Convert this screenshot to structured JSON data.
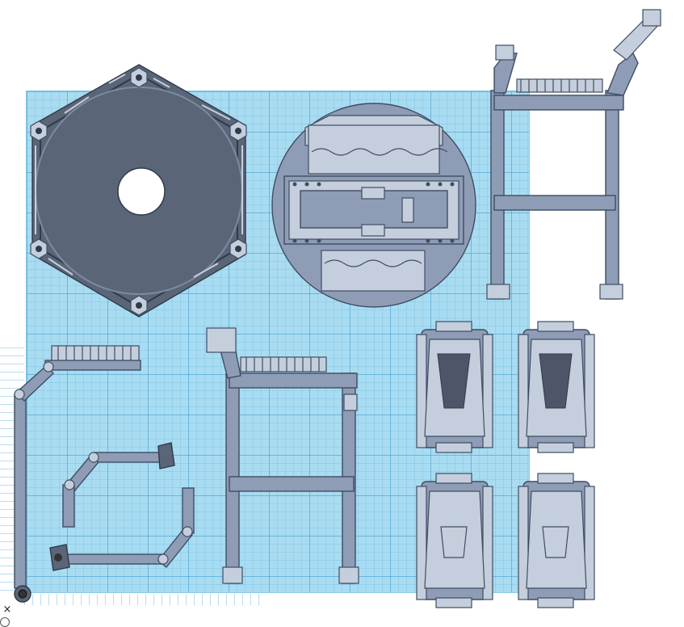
{
  "workplane": {
    "grid_color": "#a9dcf1",
    "background": "#ffffff"
  },
  "parts": {
    "hex_base": {
      "name": "hexagon-base-plate",
      "color": "#5a6577"
    },
    "round_base": {
      "name": "round-base-plate",
      "color": "#8e9db5"
    },
    "gantry_a": {
      "name": "gantry-frame-top-right"
    },
    "gantry_b": {
      "name": "gantry-frame-center"
    },
    "crane_arm": {
      "name": "crane-arm-left"
    },
    "tanks": {
      "count": 4
    }
  },
  "controls": {
    "close_glyph": "×"
  },
  "icons": {
    "close": "close-icon",
    "snap": "snap-grid-icon"
  }
}
